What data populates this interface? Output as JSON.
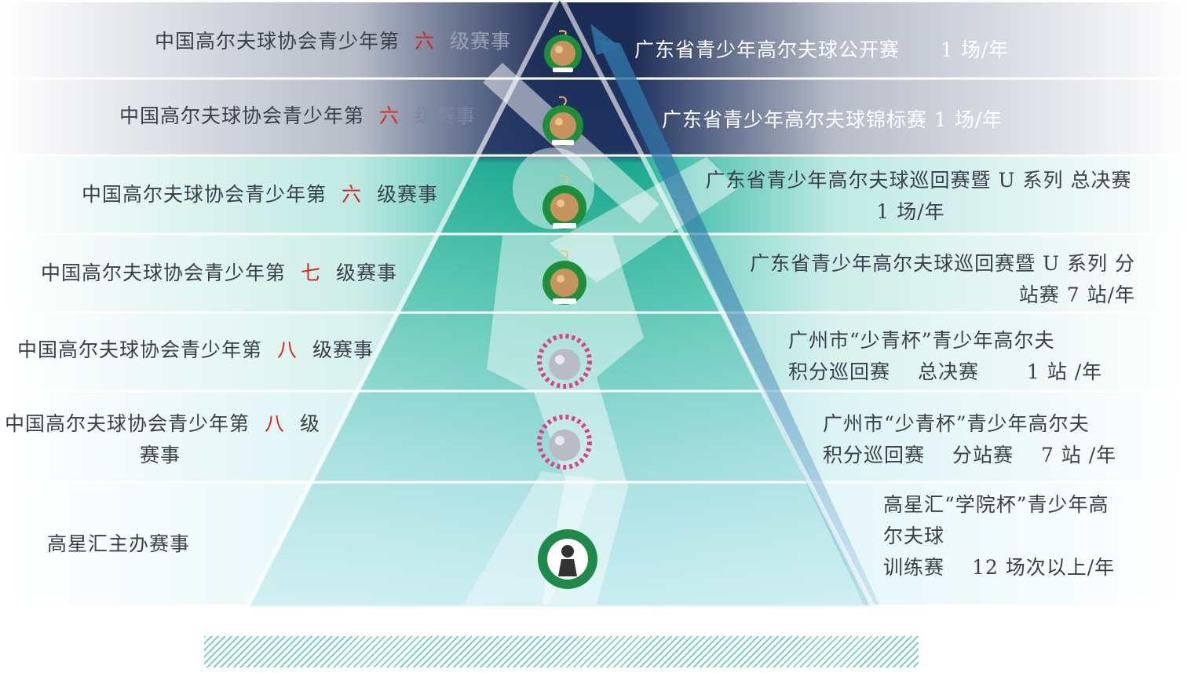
{
  "levels": [
    {
      "left_pre": "中国高尔夫球协会青少年第",
      "left_num": "六",
      "left_post": "级赛事",
      "right_lines": [
        "广东省青少年高尔夫球公开赛　　1 场/年"
      ],
      "logo": "guangdong-junior-golf-badge-icon"
    },
    {
      "left_pre": "中国高尔夫球协会青少年第",
      "left_num": "六",
      "left_post": "级赛事",
      "right_lines": [
        "广东省青少年高尔夫球锦标赛 1 场/年"
      ],
      "logo": "guangdong-junior-golf-badge-icon"
    },
    {
      "left_pre": "中国高尔夫球协会青少年第",
      "left_num": "六",
      "left_post": "级赛事",
      "right_lines": [
        "广东省青少年高尔夫球巡回赛暨 U 系列 总决赛",
        "1 场/年"
      ],
      "logo": "guangdong-junior-golf-badge-icon"
    },
    {
      "left_pre": "中国高尔夫球协会青少年第",
      "left_num": "七",
      "left_post": "级赛事",
      "right_lines": [
        "广东省青少年高尔夫球巡回赛暨 U 系列 分",
        "站赛 7 站/年"
      ],
      "logo": "guangdong-junior-golf-badge-icon"
    },
    {
      "left_pre": "中国高尔夫球协会青少年第",
      "left_num": "八",
      "left_post": "级赛事",
      "right_lines": [
        "广州市“少青杯”青少年高尔夫",
        "积分巡回赛　 总决赛　　 1 站 /年"
      ],
      "logo": "guangzhou-golf-association-badge-icon"
    },
    {
      "left_pre": "中国高尔夫球协会青少年第",
      "left_num": "八",
      "left_post": "级",
      "left_line2": "赛事",
      "right_lines": [
        "广州市“少青杯”青少年高尔夫",
        "积分巡回赛　 分站赛　 7 站 /年"
      ],
      "logo": "guangzhou-golf-association-badge-icon"
    },
    {
      "left_pre": "高星汇主办赛事",
      "left_num": "",
      "left_post": "",
      "right_lines": [
        "高星汇“学院杯”青少年高",
        "尔夫球",
        "训练赛　 12 场次以上/年"
      ],
      "logo": "golf-future-star-club-badge-icon"
    }
  ],
  "colors": {
    "dark_band_top": "#1c2c55",
    "dark_band_fade": "#ffffff",
    "teal_1": "#23b49c",
    "teal_2": "#5ccab7",
    "teal_3": "#8fd8cb",
    "teal_4": "#a8e0e0",
    "teal_5": "#cbeef2",
    "text_dark": "#3a3f4a",
    "accent_red": "#d8261e"
  }
}
